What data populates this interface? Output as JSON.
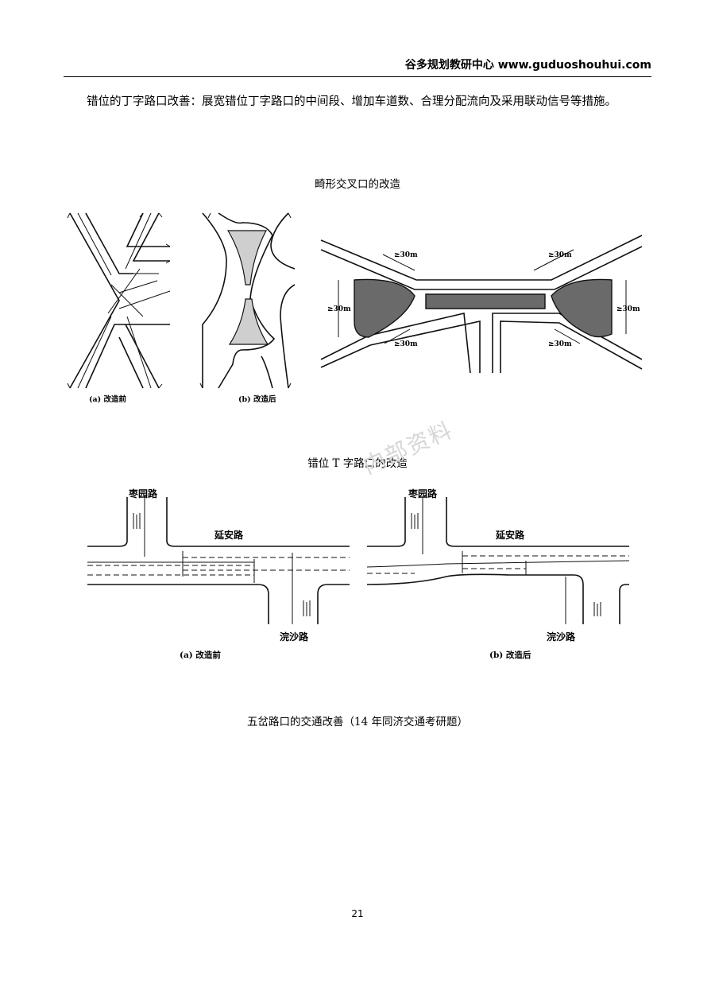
{
  "header": {
    "text": "谷多规划教研中心 www.guduoshouhui.com"
  },
  "paragraph": {
    "text": "错位的丁字路口改善：展宽错位丁字路口的中间段、增加车道数、合理分配流向及采用联动信号等措施。"
  },
  "captions": {
    "skew": "畸形交叉口的改造",
    "tee": "错位 T 字路口的改造",
    "five": "五岔路口的交通改善（14 年同济交通考研题）"
  },
  "skew_figure": {
    "label_a": "(a) 改造前",
    "label_b": "(b) 改造后",
    "dim": "≥30m"
  },
  "tee_figure": {
    "label_a": "(a) 改造前",
    "label_b": "(b) 改造后",
    "road_north": "枣园路",
    "road_main": "延安路",
    "road_south": "浣沙路"
  },
  "watermark": "内部资料",
  "page_number": "21"
}
